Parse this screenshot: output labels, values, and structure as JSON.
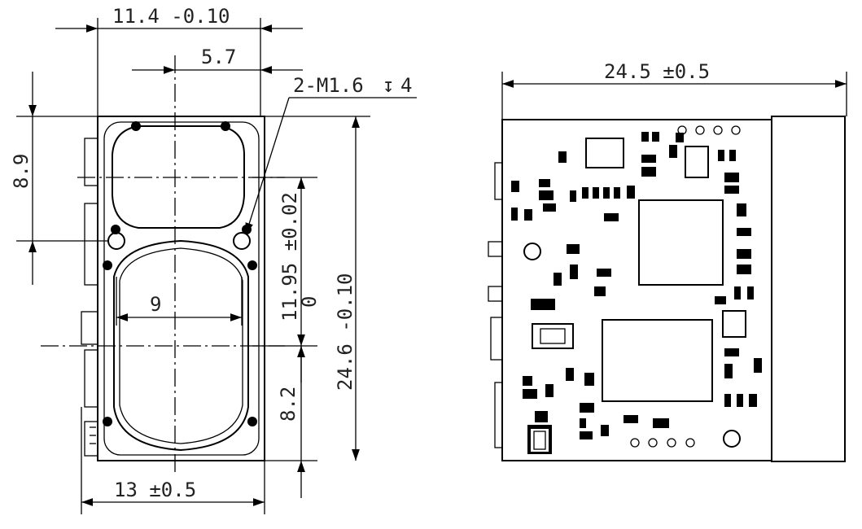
{
  "dimensions": {
    "width_top": "11.4 -0.10",
    "half_width": "5.7",
    "thread_note": "2-M1.6",
    "thread_depth_symbol": "↧",
    "thread_depth": "4",
    "height_upper": "8.9",
    "lens_width": "9",
    "hole_spacing": "11.95 ±0.02",
    "zero": "0",
    "total_height": "24.6 -0.10",
    "height_lower": "8.2",
    "base_width": "13 ±0.5",
    "pcb_width": "24.5 ±0.5"
  }
}
